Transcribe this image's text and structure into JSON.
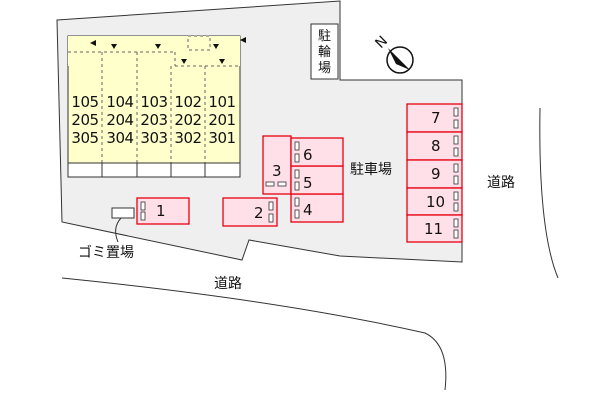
{
  "building": {
    "rooms": [
      [
        "105",
        "104",
        "103",
        "102",
        "101"
      ],
      [
        "205",
        "204",
        "203",
        "202",
        "201"
      ],
      [
        "305",
        "304",
        "303",
        "302",
        "301"
      ]
    ]
  },
  "bike_parking": {
    "label": "駐輪場"
  },
  "parking": {
    "label": "駐車場",
    "spaces": [
      "1",
      "2",
      "3",
      "4",
      "5",
      "6",
      "7",
      "8",
      "9",
      "10",
      "11"
    ]
  },
  "garbage": {
    "label": "ゴミ置場"
  },
  "roads": {
    "bottom": "道路",
    "right": "道路"
  },
  "colors": {
    "lot": "#efefef",
    "building": "#ffffcc",
    "parking_fill": "#ffe0e8",
    "parking_border": "#e60012"
  }
}
